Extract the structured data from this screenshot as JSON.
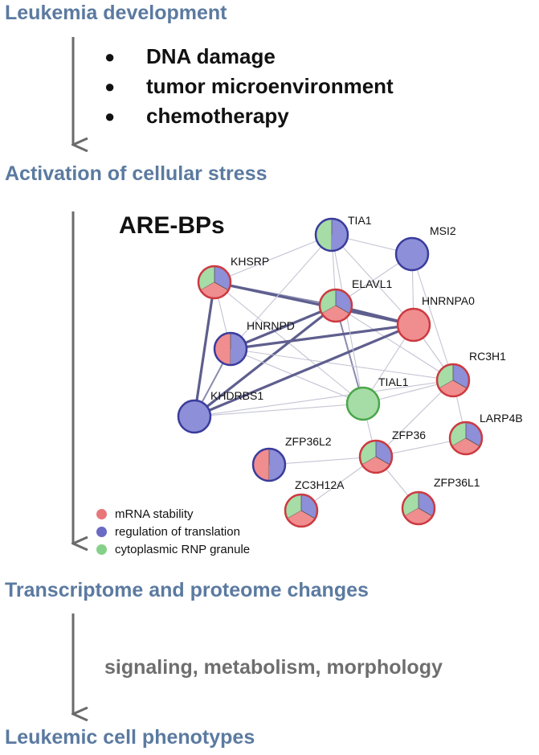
{
  "stages": [
    "Leukemia development",
    "Activation of cellular stress",
    "Transcriptome and proteome changes",
    "Leukemic cell phenotypes"
  ],
  "stress_factors": [
    "DNA damage",
    "tumor microenvironment",
    "chemotherapy"
  ],
  "network_title": "ARE-BPs",
  "effects_text": "signaling, metabolism, morphology",
  "legend": [
    {
      "label": "mRNA stability",
      "color": "#e8777a"
    },
    {
      "label": "regulation of translation",
      "color": "#6a6bc4"
    },
    {
      "label": "cytoplasmic RNP granule",
      "color": "#86d18a"
    }
  ],
  "colors": {
    "stage_text": "#5b7aa0",
    "arrow": "#6b6b6b",
    "red_fill": "#f08d8f",
    "red_stroke": "#cc3a40",
    "blue_fill": "#8d8fd8",
    "blue_stroke": "#3a3c9c",
    "green_fill": "#a6dca6",
    "green_stroke": "#4aa64a"
  },
  "nodes": [
    {
      "id": "TIA1",
      "label": "TIA1",
      "categories": [
        "green",
        "blue"
      ]
    },
    {
      "id": "MSI2",
      "label": "MSI2",
      "categories": [
        "blue"
      ]
    },
    {
      "id": "KHSRP",
      "label": "KHSRP",
      "categories": [
        "green",
        "blue",
        "red"
      ]
    },
    {
      "id": "ELAVL1",
      "label": "ELAVL1",
      "categories": [
        "green",
        "blue",
        "red"
      ]
    },
    {
      "id": "HNRNPA0",
      "label": "HNRNPA0",
      "categories": [
        "red"
      ]
    },
    {
      "id": "HNRNPD",
      "label": "HNRNPD",
      "categories": [
        "red",
        "blue"
      ]
    },
    {
      "id": "RC3H1",
      "label": "RC3H1",
      "categories": [
        "green",
        "blue",
        "red"
      ]
    },
    {
      "id": "TIAL1",
      "label": "TIAL1",
      "categories": [
        "green"
      ]
    },
    {
      "id": "KHDRBS1",
      "label": "KHDRBS1",
      "categories": [
        "blue"
      ]
    },
    {
      "id": "LARP4B",
      "label": "LARP4B",
      "categories": [
        "green",
        "blue",
        "red"
      ]
    },
    {
      "id": "ZFP36L2",
      "label": "ZFP36L2",
      "categories": [
        "red",
        "blue"
      ]
    },
    {
      "id": "ZFP36",
      "label": "ZFP36",
      "categories": [
        "green",
        "blue",
        "red"
      ]
    },
    {
      "id": "ZC3H12A",
      "label": "ZC3H12A",
      "categories": [
        "green",
        "blue",
        "red"
      ]
    },
    {
      "id": "ZFP36L1",
      "label": "ZFP36L1",
      "categories": [
        "green",
        "blue",
        "red"
      ]
    }
  ],
  "edges": [
    {
      "source": "KHSRP",
      "target": "KHDRBS1",
      "strength": 3
    },
    {
      "source": "KHSRP",
      "target": "ELAVL1",
      "strength": 2
    },
    {
      "source": "KHSRP",
      "target": "HNRNPA0",
      "strength": 3
    },
    {
      "source": "KHSRP",
      "target": "TIA1",
      "strength": 1
    },
    {
      "source": "KHSRP",
      "target": "TIAL1",
      "strength": 1
    },
    {
      "source": "KHSRP",
      "target": "HNRNPD",
      "strength": 1
    },
    {
      "source": "ELAVL1",
      "target": "HNRNPD",
      "strength": 3
    },
    {
      "source": "ELAVL1",
      "target": "KHDRBS1",
      "strength": 3
    },
    {
      "source": "ELAVL1",
      "target": "HNRNPA0",
      "strength": 3
    },
    {
      "source": "ELAVL1",
      "target": "TIAL1",
      "strength": 2
    },
    {
      "source": "ELAVL1",
      "target": "TIA1",
      "strength": 1
    },
    {
      "source": "ELAVL1",
      "target": "MSI2",
      "strength": 1
    },
    {
      "source": "ELAVL1",
      "target": "RC3H1",
      "strength": 1
    },
    {
      "source": "HNRNPD",
      "target": "HNRNPA0",
      "strength": 3
    },
    {
      "source": "HNRNPD",
      "target": "KHDRBS1",
      "strength": 2
    },
    {
      "source": "HNRNPD",
      "target": "TIAL1",
      "strength": 1
    },
    {
      "source": "HNRNPD",
      "target": "TIA1",
      "strength": 1
    },
    {
      "source": "HNRNPD",
      "target": "RC3H1",
      "strength": 1
    },
    {
      "source": "KHDRBS1",
      "target": "HNRNPA0",
      "strength": 3
    },
    {
      "source": "KHDRBS1",
      "target": "TIAL1",
      "strength": 1
    },
    {
      "source": "KHDRBS1",
      "target": "RC3H1",
      "strength": 1
    },
    {
      "source": "HNRNPA0",
      "target": "TIAL1",
      "strength": 1
    },
    {
      "source": "HNRNPA0",
      "target": "RC3H1",
      "strength": 1
    },
    {
      "source": "HNRNPA0",
      "target": "MSI2",
      "strength": 1
    },
    {
      "source": "HNRNPA0",
      "target": "TIA1",
      "strength": 1
    },
    {
      "source": "TIA1",
      "target": "TIAL1",
      "strength": 1
    },
    {
      "source": "TIA1",
      "target": "MSI2",
      "strength": 1
    },
    {
      "source": "MSI2",
      "target": "RC3H1",
      "strength": 1
    },
    {
      "source": "TIAL1",
      "target": "RC3H1",
      "strength": 1
    },
    {
      "source": "TIAL1",
      "target": "ZFP36",
      "strength": 1
    },
    {
      "source": "RC3H1",
      "target": "ZFP36",
      "strength": 1
    },
    {
      "source": "RC3H1",
      "target": "LARP4B",
      "strength": 1
    },
    {
      "source": "ZFP36",
      "target": "ZFP36L2",
      "strength": 1
    },
    {
      "source": "ZFP36",
      "target": "ZFP36L1",
      "strength": 1
    },
    {
      "source": "ZFP36",
      "target": "ZC3H12A",
      "strength": 1
    },
    {
      "source": "ZFP36",
      "target": "LARP4B",
      "strength": 1
    }
  ]
}
